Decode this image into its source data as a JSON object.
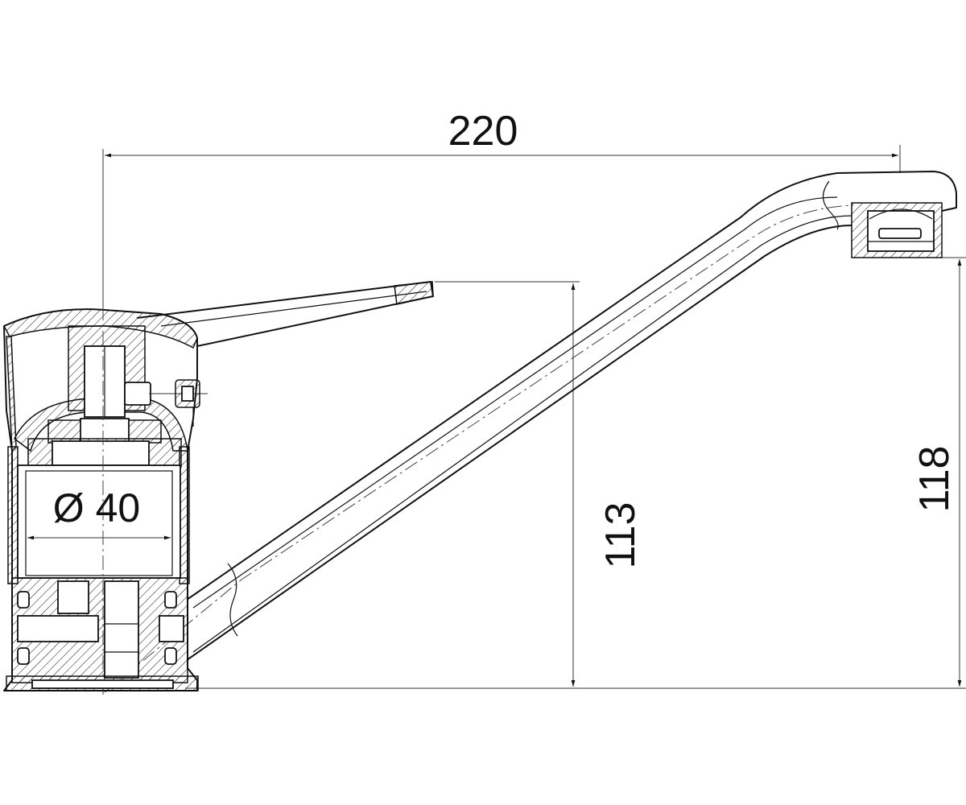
{
  "drawing": {
    "colors": {
      "line": "#111111",
      "background": "#ffffff"
    },
    "dimensions": {
      "spout_reach": "220",
      "body_diameter": "Ø 40",
      "lever_height": "113",
      "spout_height": "118"
    }
  }
}
